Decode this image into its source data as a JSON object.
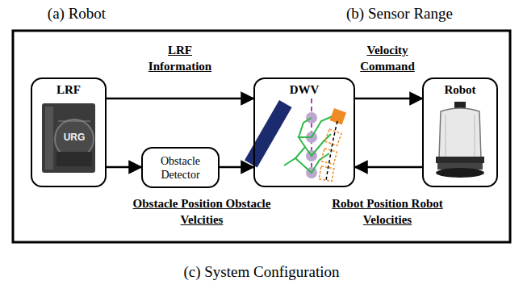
{
  "diagram": {
    "caption": "(c) System Configuration",
    "nodes": [
      {
        "text": [
          "LRF"
        ]
      },
      {
        "text": [
          "Obstacle Detector"
        ]
      },
      {
        "text": [
          "DWV"
        ]
      },
      {
        "text": [
          "Robot"
        ]
      }
    ],
    "edges": [
      {
        "from": 0,
        "to": 2,
        "arrow": "to",
        "label": "LRF Information"
      },
      {
        "from": 0,
        "to": 1,
        "arrow": "to"
      },
      {
        "from": 1,
        "to": 2,
        "arrow": "to",
        "label": "Obstacle Position Obstacle Velcities"
      },
      {
        "from": 2,
        "to": 3,
        "arrow": "to",
        "label": "Velocity Command"
      },
      {
        "from": 3,
        "to": 2,
        "arrow": "to",
        "label": "Robot Position Robot Velocities"
      }
    ],
    "labels": [
      "(a) Robot",
      "(b) Sensor Range",
      "URG"
    ]
  }
}
